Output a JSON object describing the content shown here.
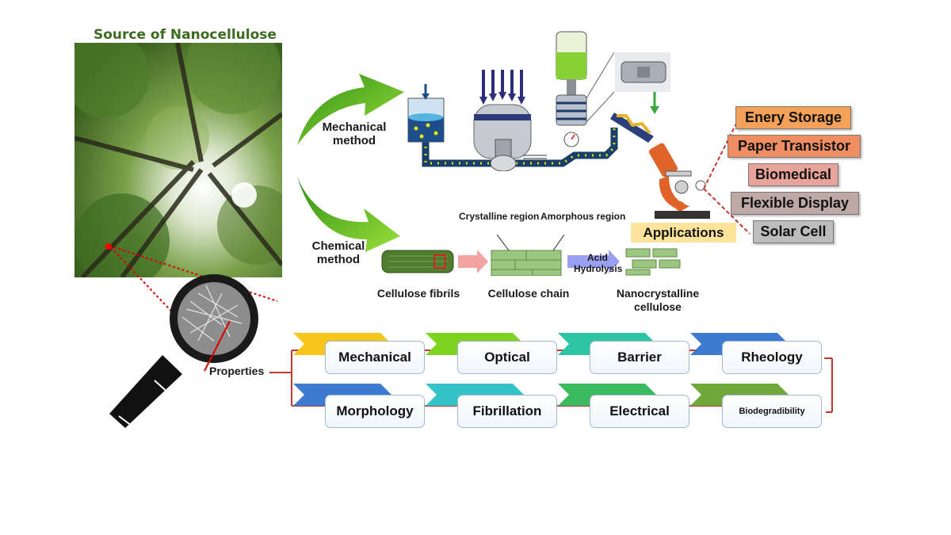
{
  "title": "Source of Nanocellulose",
  "methods": {
    "mechanical": [
      "Mechanical",
      "method"
    ],
    "chemical": [
      "Chemical",
      "method"
    ]
  },
  "chemical_process": {
    "crystalline": "Crystalline region",
    "amorphous": "Amorphous region",
    "acid": [
      "Acid",
      "Hydrolysis"
    ],
    "fibrils": "Cellulose fibrils",
    "chain": "Cellulose chain",
    "ncc": [
      "Nanocrystalline",
      "cellulose"
    ]
  },
  "applications": {
    "label": "Applications",
    "items": [
      {
        "text": "Enery Storage",
        "color": "#f5a15a"
      },
      {
        "text": "Paper Transistor",
        "color": "#ef8e62"
      },
      {
        "text": "Biomedical",
        "color": "#e8a39a"
      },
      {
        "text": "Flexible Display",
        "color": "#bfa9a7"
      },
      {
        "text": "Solar Cell",
        "color": "#bdbdbd"
      }
    ]
  },
  "properties": {
    "label": "Properties",
    "row1": [
      {
        "text": "Mechanical",
        "color": "#f7c51c"
      },
      {
        "text": "Optical",
        "color": "#7ed321"
      },
      {
        "text": "Barrier",
        "color": "#2dc5a3"
      },
      {
        "text": "Rheology",
        "color": "#3d7bd1"
      }
    ],
    "row2": [
      {
        "text": "Morphology",
        "color": "#3d7bd1"
      },
      {
        "text": "Fibrillation",
        "color": "#36c2c9"
      },
      {
        "text": "Electrical",
        "color": "#3cba5e"
      },
      {
        "text": "Biodegradibility",
        "color": "#6fa83a"
      }
    ]
  }
}
